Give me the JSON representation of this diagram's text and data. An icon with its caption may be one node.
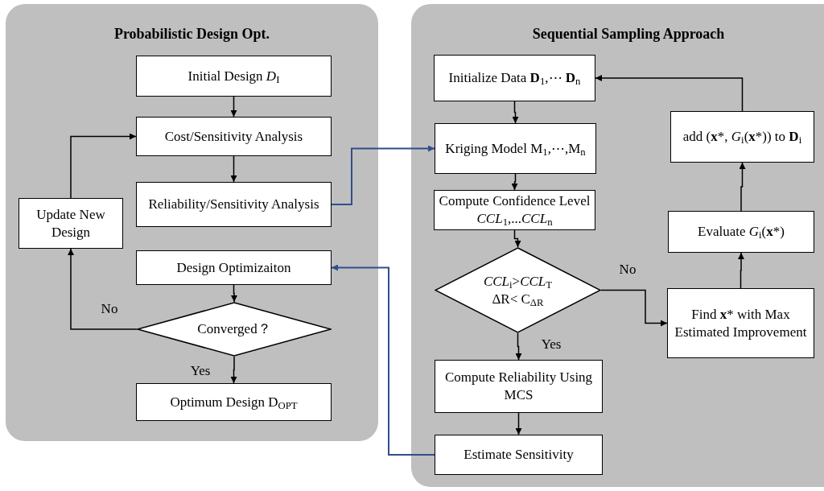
{
  "diagram": {
    "nodes": [
      {
        "text": [
          "Probabilistic Design Opt."
        ]
      },
      {
        "text": [
          "Initial Design *D*$_{I}$"
        ],
        "in": 0
      },
      {
        "text": [
          "Cost/Sensitivity Analysis"
        ],
        "in": 0
      },
      {
        "text": [
          "Reliability/Sensitivity Analysis"
        ],
        "in": 0
      },
      {
        "text": [
          "Update New Design"
        ],
        "in": 0
      },
      {
        "text": [
          "Design Optimizaiton"
        ],
        "in": 0
      },
      {
        "text": [
          "Converged？"
        ],
        "in": 0
      },
      {
        "text": [
          "Optimum Design D$_{OPT}$"
        ],
        "in": 0
      },
      {
        "text": [
          "Sequential Sampling Approach"
        ]
      },
      {
        "text": [
          "Initialize Data **D**$_{1}$,⋯ **D**$_{n}$"
        ],
        "in": 8
      },
      {
        "text": [
          "Kriging Model M$_{1}$,⋯,M$_{n}$"
        ],
        "in": 8
      },
      {
        "text": [
          "Compute Confidence Level *CCL*$_{1}$,...*CCL*$_{n}$"
        ],
        "in": 8
      },
      {
        "text": [
          "*CCL*$_{i}$>*CCL*$_{T}$",
          "ΔR< C$_{ΔR}$"
        ],
        "in": 8
      },
      {
        "text": [
          "Compute Reliability Using MCS"
        ],
        "in": 8
      },
      {
        "text": [
          "Estimate Sensitivity"
        ],
        "in": 8
      },
      {
        "text": [
          "Find **x*** with Max Estimated Improvement"
        ],
        "in": 8
      },
      {
        "text": [
          "Evaluate *G*$_{i}$(**x***)"
        ],
        "in": 8
      },
      {
        "text": [
          "add (**x***, *G*$_{i}$(**x***)) to **D**$_{i}$"
        ],
        "in": 8
      }
    ],
    "edges": [
      {
        "from": 1,
        "to": 2,
        "arrow": "to"
      },
      {
        "from": 2,
        "to": 3,
        "arrow": "to"
      },
      {
        "from": 3,
        "to": 10,
        "arrow": "to",
        "color": "#2f4f8a"
      },
      {
        "from": 5,
        "to": 6,
        "arrow": "to"
      },
      {
        "from": 6,
        "to": 4,
        "arrow": "to",
        "label": "No"
      },
      {
        "from": 4,
        "to": 2,
        "arrow": "to"
      },
      {
        "from": 6,
        "to": 7,
        "arrow": "to",
        "label": "Yes"
      },
      {
        "from": 14,
        "to": 5,
        "arrow": "to",
        "color": "#2f4f8a"
      },
      {
        "from": 9,
        "to": 10,
        "arrow": "to"
      },
      {
        "from": 10,
        "to": 11,
        "arrow": "to"
      },
      {
        "from": 11,
        "to": 12,
        "arrow": "to"
      },
      {
        "from": 12,
        "to": 13,
        "arrow": "to",
        "label": "Yes"
      },
      {
        "from": 13,
        "to": 14,
        "arrow": "to"
      },
      {
        "from": 12,
        "to": 15,
        "arrow": "to",
        "label": "No"
      },
      {
        "from": 15,
        "to": 16,
        "arrow": "to"
      },
      {
        "from": 16,
        "to": 17,
        "arrow": "to"
      },
      {
        "from": 17,
        "to": 9,
        "arrow": "to"
      }
    ]
  }
}
